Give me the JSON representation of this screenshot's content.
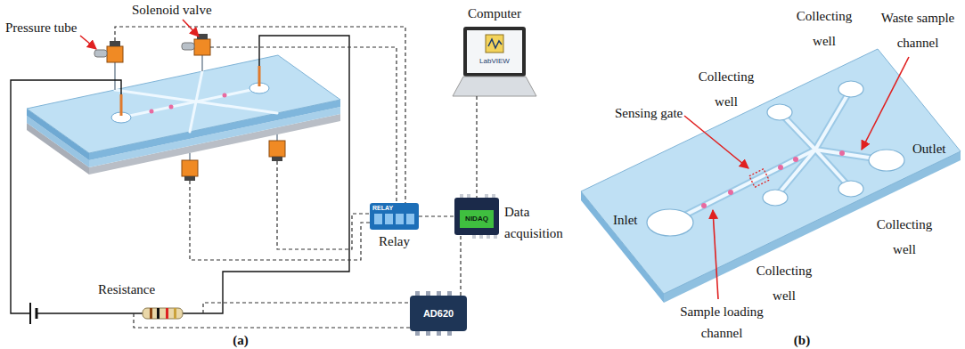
{
  "diagram": {
    "nodes": [
      {
        "text": [
          "Computer"
        ]
      },
      {
        "text": [
          "Relay"
        ]
      },
      {
        "text": [
          "Data acquisition"
        ]
      },
      {
        "text": [
          "AD620"
        ]
      }
    ],
    "edges": [
      {
        "from": 0,
        "to": 2,
        "arrow": "none"
      },
      {
        "from": 1,
        "to": 2,
        "arrow": "none"
      },
      {
        "from": 3,
        "to": 2,
        "arrow": "none"
      }
    ],
    "labels": [
      "Pressure tube",
      "Solenoid valve",
      "LabVIEW",
      "RELAY",
      "NIDAQ",
      "Resistance",
      "(a)",
      "Collecting well",
      "Collecting well",
      "Waste sample channel",
      "Sensing gate",
      "Outlet",
      "Inlet",
      "Collecting well",
      "Collecting well",
      "Sample loading channel",
      "(b)"
    ]
  }
}
